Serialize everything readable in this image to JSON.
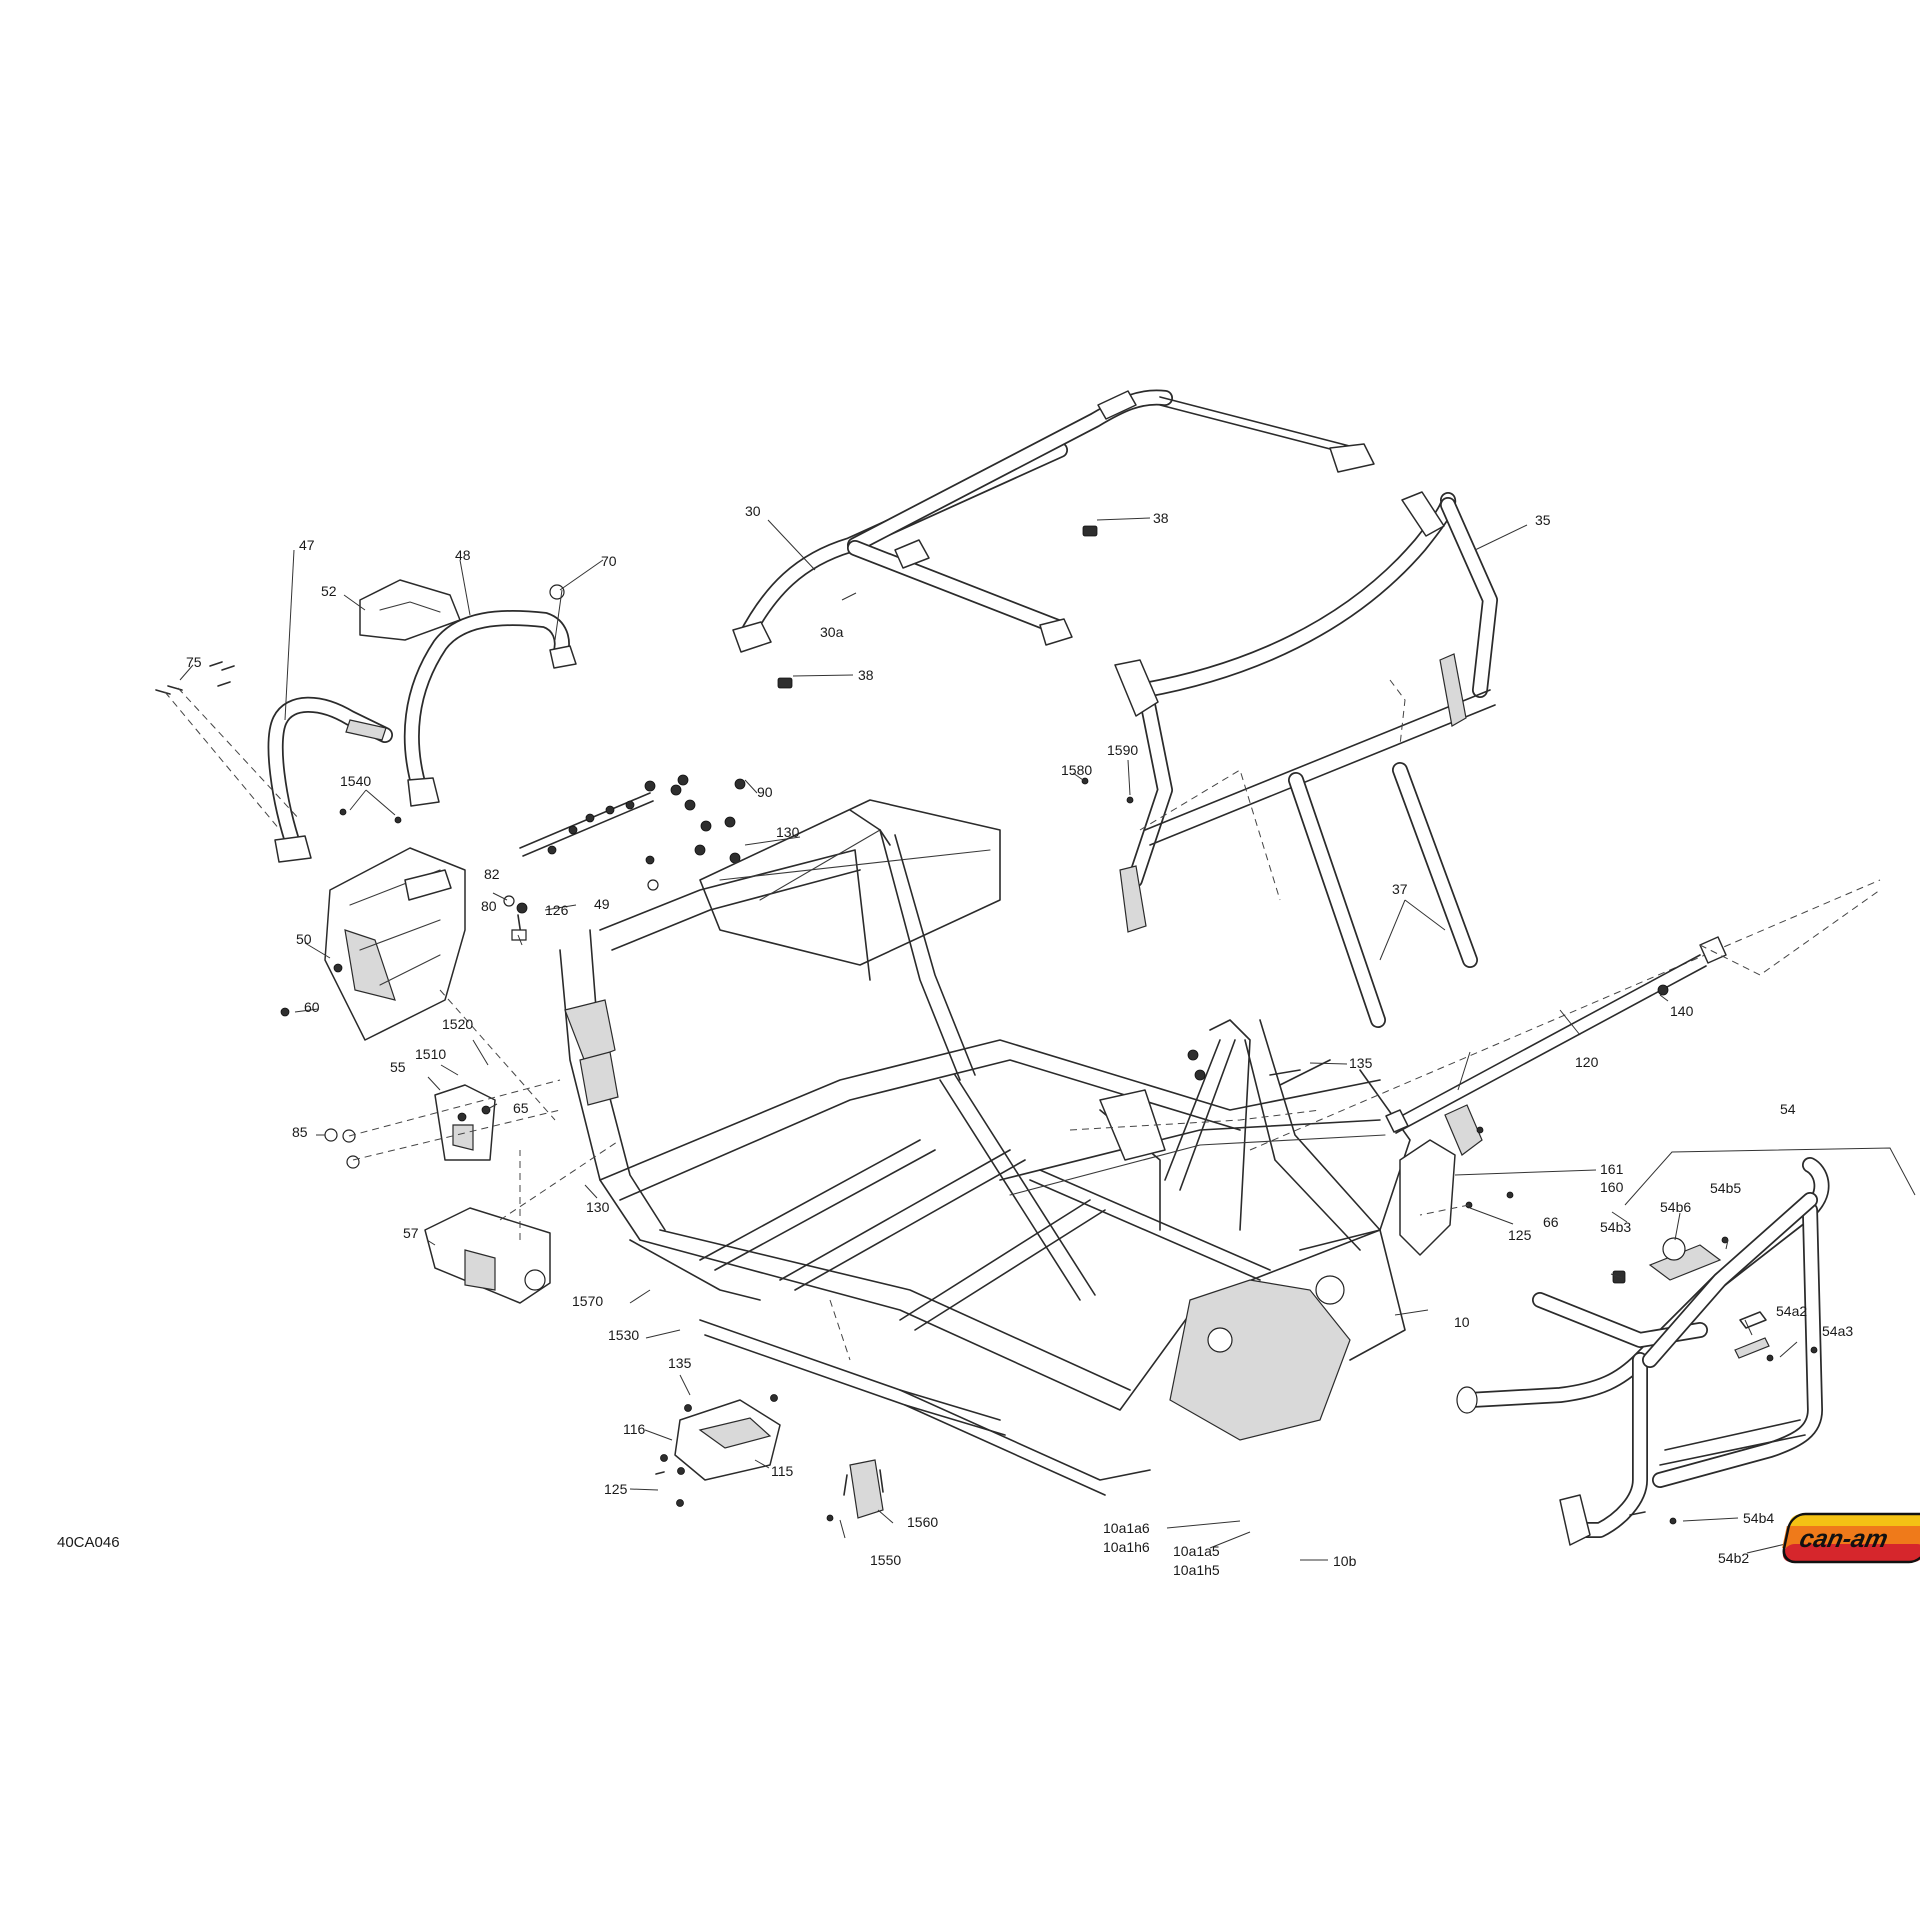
{
  "figure_id": "40CA046",
  "brand_logo": {
    "text": "can-am",
    "colors": {
      "top": "#f4c214",
      "middle": "#ef7a1a",
      "bottom": "#d6262c",
      "outline": "#111111"
    }
  },
  "callouts": [
    {
      "id": "30",
      "text": "30"
    },
    {
      "id": "30a",
      "text": "30a"
    },
    {
      "id": "35",
      "text": "35"
    },
    {
      "id": "37",
      "text": "37"
    },
    {
      "id": "38a",
      "text": "38"
    },
    {
      "id": "38b",
      "text": "38"
    },
    {
      "id": "47",
      "text": "47"
    },
    {
      "id": "48",
      "text": "48"
    },
    {
      "id": "49",
      "text": "49"
    },
    {
      "id": "50",
      "text": "50"
    },
    {
      "id": "52",
      "text": "52"
    },
    {
      "id": "54",
      "text": "54"
    },
    {
      "id": "54a2",
      "text": "54a2"
    },
    {
      "id": "54a3",
      "text": "54a3"
    },
    {
      "id": "54b2",
      "text": "54b2"
    },
    {
      "id": "54b3",
      "text": "54b3"
    },
    {
      "id": "54b4",
      "text": "54b4"
    },
    {
      "id": "54b5",
      "text": "54b5"
    },
    {
      "id": "54b6",
      "text": "54b6"
    },
    {
      "id": "55",
      "text": "55"
    },
    {
      "id": "57",
      "text": "57"
    },
    {
      "id": "60",
      "text": "60"
    },
    {
      "id": "65",
      "text": "65"
    },
    {
      "id": "66",
      "text": "66"
    },
    {
      "id": "70",
      "text": "70"
    },
    {
      "id": "75",
      "text": "75"
    },
    {
      "id": "80",
      "text": "80"
    },
    {
      "id": "82",
      "text": "82"
    },
    {
      "id": "85",
      "text": "85"
    },
    {
      "id": "90",
      "text": "90"
    },
    {
      "id": "10",
      "text": "10"
    },
    {
      "id": "10a1a5",
      "text": "10a1a5"
    },
    {
      "id": "10a1a6",
      "text": "10a1a6"
    },
    {
      "id": "10a1h5",
      "text": "10a1h5"
    },
    {
      "id": "10a1h6",
      "text": "10a1h6"
    },
    {
      "id": "10b",
      "text": "10b"
    },
    {
      "id": "115",
      "text": "115"
    },
    {
      "id": "116",
      "text": "116"
    },
    {
      "id": "120",
      "text": "120"
    },
    {
      "id": "125a",
      "text": "125"
    },
    {
      "id": "125b",
      "text": "125"
    },
    {
      "id": "126",
      "text": "126"
    },
    {
      "id": "130a",
      "text": "130"
    },
    {
      "id": "130b",
      "text": "130"
    },
    {
      "id": "135a",
      "text": "135"
    },
    {
      "id": "135b",
      "text": "135"
    },
    {
      "id": "140",
      "text": "140"
    },
    {
      "id": "160",
      "text": "160"
    },
    {
      "id": "161",
      "text": "161"
    },
    {
      "id": "1510",
      "text": "1510"
    },
    {
      "id": "1520",
      "text": "1520"
    },
    {
      "id": "1530",
      "text": "1530"
    },
    {
      "id": "1540",
      "text": "1540"
    },
    {
      "id": "1550",
      "text": "1550"
    },
    {
      "id": "1560",
      "text": "1560"
    },
    {
      "id": "1570",
      "text": "1570"
    },
    {
      "id": "1580",
      "text": "1580"
    },
    {
      "id": "1590",
      "text": "1590"
    }
  ]
}
